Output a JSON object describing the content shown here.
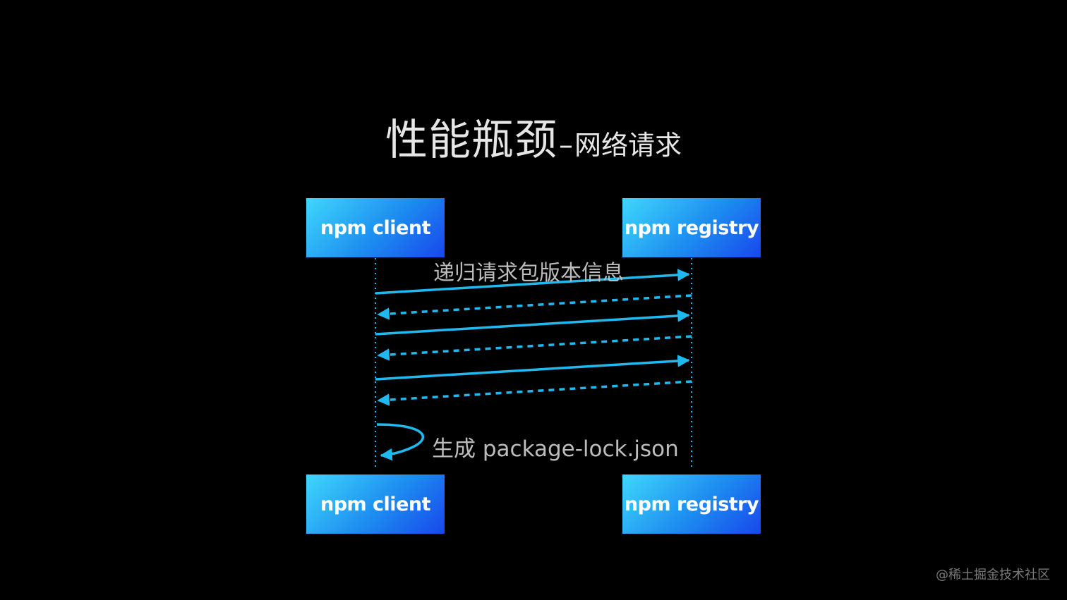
{
  "title": {
    "main": "性能瓶颈",
    "separator": "–",
    "sub": "网络请求"
  },
  "participants": {
    "client": "npm client",
    "registry": "npm registry"
  },
  "messages": {
    "recursive_request": "递归请求包版本信息",
    "generate_lock": "生成 package-lock.json"
  },
  "watermark": "@稀土掘金技术社区",
  "colors": {
    "background": "#000000",
    "arrow": "#1fb8ef",
    "box_gradient_start": "#3ed8fb",
    "box_gradient_end": "#1847ec",
    "label": "#bdbdbd",
    "title": "#e6e6e6"
  }
}
